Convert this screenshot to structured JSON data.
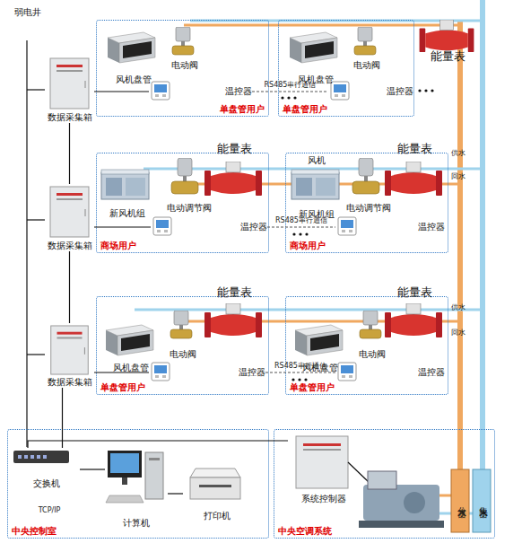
{
  "diagram": {
    "nodes": [
      {
        "text": [
          "单盘管用户"
        ]
      },
      {
        "text": [
          "风机盘管"
        ],
        "in": 0
      },
      {
        "text": [
          "电动阀"
        ],
        "in": 0
      },
      {
        "text": [
          "温控器"
        ],
        "in": 0
      },
      {
        "text": [
          "单盘管用户"
        ]
      },
      {
        "text": [
          "风机盘管"
        ],
        "in": 4
      },
      {
        "text": [
          "电动阀"
        ],
        "in": 4
      },
      {
        "text": [
          "温控器"
        ],
        "in": 4
      },
      {
        "text": [
          "能量表"
        ]
      },
      {
        "text": [
          "商场用户"
        ]
      },
      {
        "text": [
          "能量表"
        ],
        "in": 9
      },
      {
        "text": [
          "新风机组"
        ],
        "in": 9
      },
      {
        "text": [
          "电动调节阀"
        ],
        "in": 9
      },
      {
        "text": [
          "温控器"
        ],
        "in": 9
      },
      {
        "text": [
          "商场用户"
        ]
      },
      {
        "text": [
          "能量表"
        ],
        "in": 14
      },
      {
        "text": [
          "风机",
          "新风机组"
        ],
        "in": 14
      },
      {
        "text": [
          "电动调节阀"
        ],
        "in": 14
      },
      {
        "text": [
          "温控器"
        ],
        "in": 14
      },
      {
        "text": [
          "单盘管用户"
        ]
      },
      {
        "text": [
          "能量表"
        ],
        "in": 19
      },
      {
        "text": [
          "风机盘管"
        ],
        "in": 19
      },
      {
        "text": [
          "电动阀"
        ],
        "in": 19
      },
      {
        "text": [
          "温控器"
        ],
        "in": 19
      },
      {
        "text": [
          "单盘管用户"
        ]
      },
      {
        "text": [
          "能量表"
        ],
        "in": 24
      },
      {
        "text": [
          "风机盘管"
        ],
        "in": 24
      },
      {
        "text": [
          "电动阀"
        ],
        "in": 24
      },
      {
        "text": [
          "温控器"
        ],
        "in": 24
      },
      {
        "text": [
          "数据采集箱"
        ]
      },
      {
        "text": [
          "数据采集箱"
        ]
      },
      {
        "text": [
          "数据采集箱"
        ]
      },
      {
        "text": [
          "中央控制室"
        ]
      },
      {
        "text": [
          "交换机"
        ],
        "in": 32
      },
      {
        "text": [
          "计算机"
        ],
        "in": 32
      },
      {
        "text": [
          "打印机"
        ],
        "in": 32
      },
      {
        "text": [
          "中央空调系统"
        ]
      },
      {
        "text": [
          "系统控制器"
        ],
        "in": 36
      },
      {
        "text": [
          "分水器"
        ],
        "in": 36
      },
      {
        "text": [
          "集水器"
        ],
        "in": 36
      }
    ],
    "edges": [
      {
        "from": 3,
        "to": 7,
        "label": "RS485串行通信",
        "arrow": "none"
      },
      {
        "from": 13,
        "to": 18,
        "label": "RS485串行通信",
        "arrow": "none"
      },
      {
        "from": 23,
        "to": 28,
        "label": "RS485串行通信",
        "arrow": "none"
      },
      {
        "from": 29,
        "to": 3,
        "arrow": "none"
      },
      {
        "from": 30,
        "to": 13,
        "arrow": "none"
      },
      {
        "from": 31,
        "to": 23,
        "arrow": "none"
      },
      {
        "from": 29,
        "to": 30,
        "arrow": "none"
      },
      {
        "from": 30,
        "to": 31,
        "arrow": "none"
      },
      {
        "from": 31,
        "to": 33,
        "arrow": "none"
      },
      {
        "from": 33,
        "to": 34,
        "label": "TCP/IP",
        "arrow": "none"
      },
      {
        "from": 34,
        "to": 35,
        "arrow": "none"
      },
      {
        "from": 33,
        "to": 37,
        "arrow": "none"
      }
    ],
    "labels": [
      "弱电井",
      "供水",
      "回水",
      "供水",
      "回水"
    ]
  }
}
